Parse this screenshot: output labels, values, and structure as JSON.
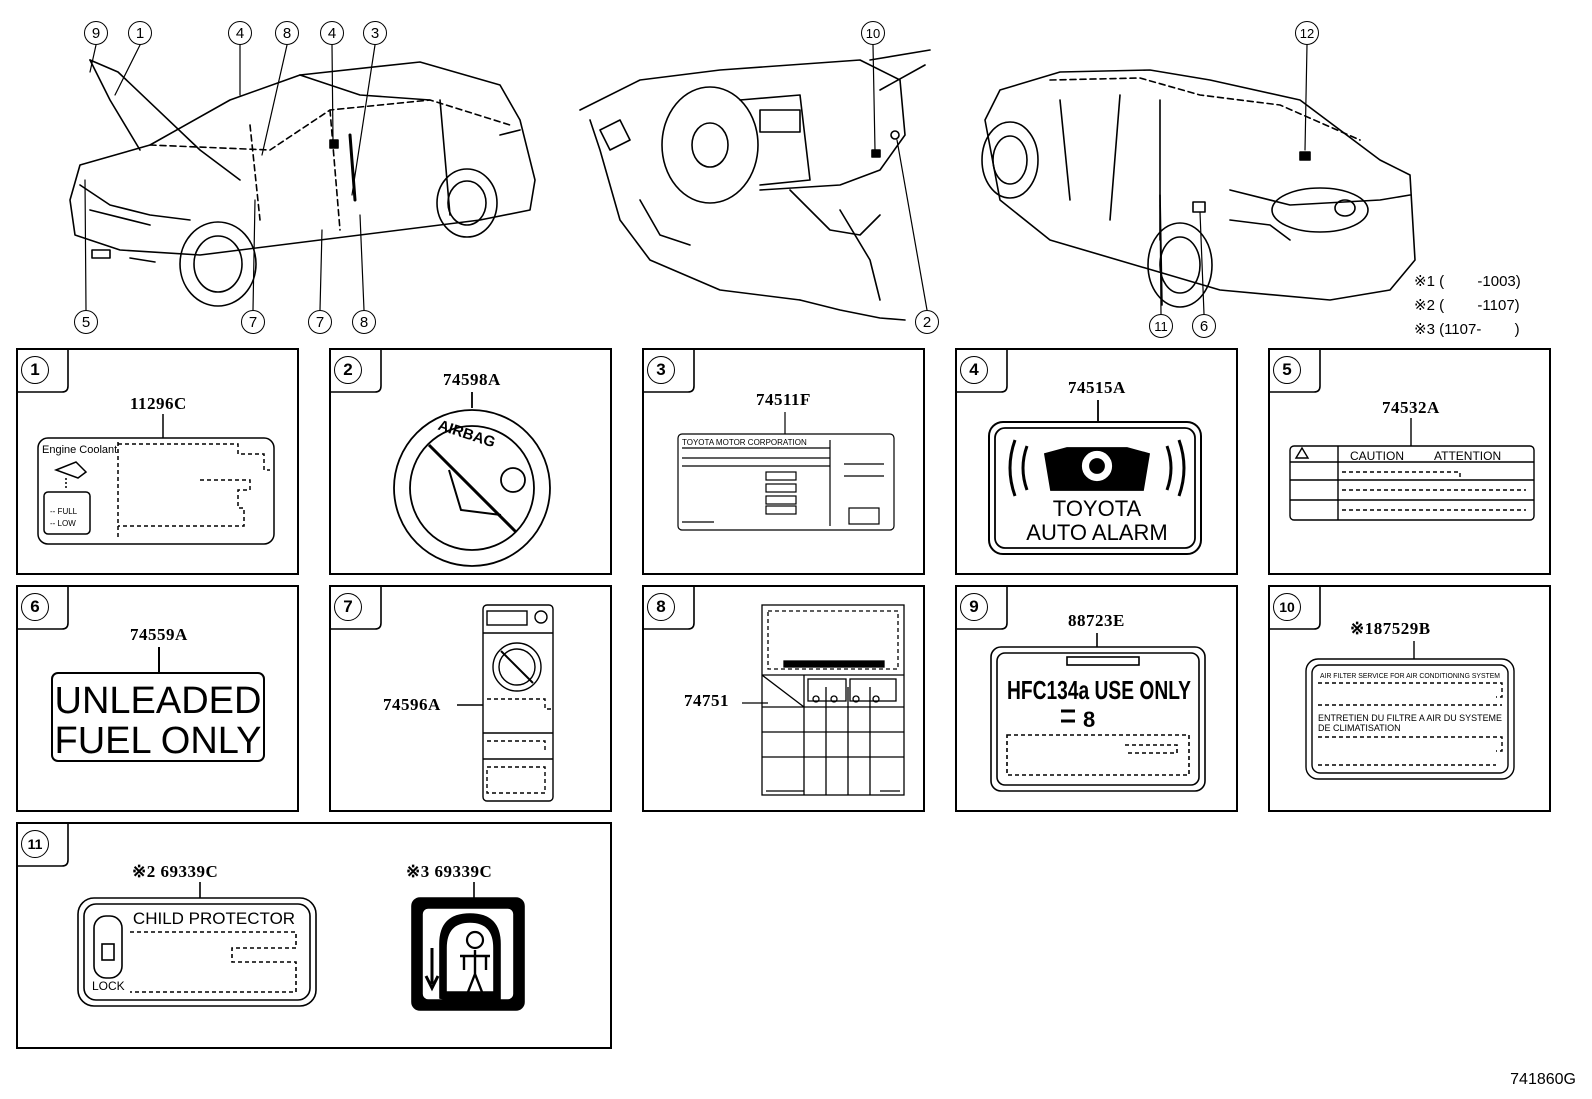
{
  "callouts": {
    "front_car": [
      {
        "label": "9"
      },
      {
        "label": "1"
      },
      {
        "label": "4"
      },
      {
        "label": "8"
      },
      {
        "label": "4"
      },
      {
        "label": "3"
      },
      {
        "label": "5"
      },
      {
        "label": "7"
      },
      {
        "label": "7"
      },
      {
        "label": "8"
      }
    ],
    "dashboard": [
      {
        "label": "10"
      },
      {
        "label": "2"
      }
    ],
    "rear_car": [
      {
        "label": "12"
      },
      {
        "label": "11"
      },
      {
        "label": "6"
      }
    ]
  },
  "version_notes": [
    {
      "text": "※1 (        -1003)"
    },
    {
      "text": "※2 (        -1107)"
    },
    {
      "text": "※3 (1107-        )"
    }
  ],
  "panels": [
    {
      "index": "1",
      "part_no": "11296C",
      "label_texts": {
        "title": "Engine Coolant",
        "full": "-- FULL",
        "low": "-- LOW"
      }
    },
    {
      "index": "2",
      "part_no": "74598A",
      "label_texts": {
        "ring": "AIRBAG"
      }
    },
    {
      "index": "3",
      "part_no": "74511F",
      "label_texts": {
        "header": "TOYOTA MOTOR CORPORATION"
      }
    },
    {
      "index": "4",
      "part_no": "74515A",
      "label_texts": {
        "line1": "TOYOTA",
        "line2": "AUTO ALARM"
      }
    },
    {
      "index": "5",
      "part_no": "74532A",
      "label_texts": {
        "caution": "CAUTION",
        "attention": "ATTENTION"
      }
    },
    {
      "index": "6",
      "part_no": "74559A",
      "label_texts": {
        "line1": "UNLEADED",
        "line2": "FUEL ONLY"
      }
    },
    {
      "index": "7",
      "part_no": "74596A",
      "label_texts": {}
    },
    {
      "index": "8",
      "part_no": "74751",
      "label_texts": {}
    },
    {
      "index": "9",
      "part_no": "88723E",
      "label_texts": {
        "main": "HFC134a USE ONLY",
        "value": "8"
      }
    },
    {
      "index": "10",
      "part_no": "※187529B",
      "label_texts": {
        "en": "AIR FILTER SERVICE FOR AIR CONDITIONING SYSTEM",
        "fr1": "ENTRETIEN DU FILTRE A AIR DU SYSTEME",
        "fr2": "DE CLIMATISATION"
      }
    },
    {
      "index": "11",
      "part_no_a": "※2 69339C",
      "part_no_b": "※3 69339C",
      "label_texts": {
        "title": "CHILD PROTECTOR",
        "lock": "LOCK"
      }
    }
  ],
  "illustration_code": "741860G"
}
